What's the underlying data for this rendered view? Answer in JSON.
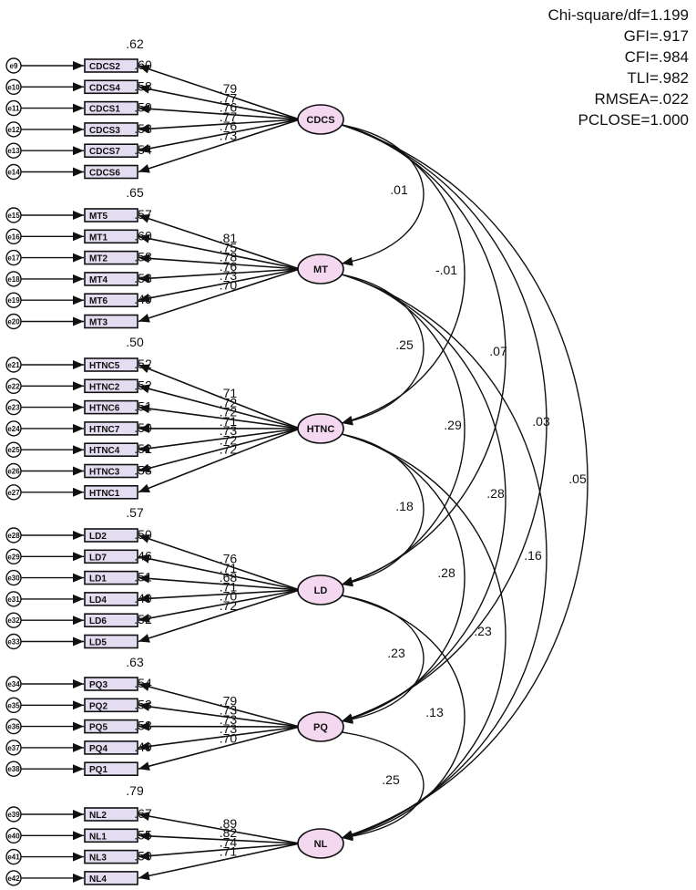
{
  "fit_indices": [
    "Chi-square/df=1.199",
    "GFI=.917",
    "CFI=.984",
    "TLI=.982",
    "RMSEA=.022",
    "PCLOSE=1.000"
  ],
  "colors": {
    "box_fill": "#e4dcf0",
    "latent_fill": "#f4d8f0",
    "stroke": "#111111"
  },
  "constructs": [
    {
      "name": "CDCS",
      "r2_top": ".62",
      "indicators": [
        {
          "name": "CDCS2",
          "error": "e9",
          "r2": ".60",
          "loading": ".79"
        },
        {
          "name": "CDCS4",
          "error": "e10",
          "r2": ".58",
          "loading": ".77"
        },
        {
          "name": "CDCS1",
          "error": "e11",
          "r2": ".59",
          "loading": ".76"
        },
        {
          "name": "CDCS3",
          "error": "e12",
          "r2": ".58",
          "loading": ".77"
        },
        {
          "name": "CDCS7",
          "error": "e13",
          "r2": ".54",
          "loading": ".76"
        },
        {
          "name": "CDCS6",
          "error": "e14",
          "r2": "",
          "loading": ".73"
        }
      ]
    },
    {
      "name": "MT",
      "r2_top": ".65",
      "indicators": [
        {
          "name": "MT5",
          "error": "e15",
          "r2": ".57",
          "loading": ".81"
        },
        {
          "name": "MT1",
          "error": "e16",
          "r2": ".60",
          "loading": ".75"
        },
        {
          "name": "MT2",
          "error": "e17",
          "r2": ".58",
          "loading": ".78"
        },
        {
          "name": "MT4",
          "error": "e18",
          "r2": ".53",
          "loading": ".76"
        },
        {
          "name": "MT6",
          "error": "e19",
          "r2": ".49",
          "loading": ".73"
        },
        {
          "name": "MT3",
          "error": "e20",
          "r2": "",
          "loading": ".70"
        }
      ]
    },
    {
      "name": "HTNC",
      "r2_top": ".50",
      "indicators": [
        {
          "name": "HTNC5",
          "error": "e21",
          "r2": ".52",
          "loading": ".71"
        },
        {
          "name": "HTNC2",
          "error": "e22",
          "r2": ".52",
          "loading": ".72"
        },
        {
          "name": "HTNC6",
          "error": "e23",
          "r2": ".51",
          "loading": ".72"
        },
        {
          "name": "HTNC7",
          "error": "e24",
          "r2": ".50",
          "loading": ".71"
        },
        {
          "name": "HTNC4",
          "error": "e25",
          "r2": ".52",
          "loading": ".73"
        },
        {
          "name": "HTNC3",
          "error": "e26",
          "r2": ".53",
          "loading": ".72"
        },
        {
          "name": "HTNC1",
          "error": "e27",
          "r2": "",
          "loading": ".72"
        }
      ]
    },
    {
      "name": "LD",
      "r2_top": ".57",
      "indicators": [
        {
          "name": "LD2",
          "error": "e28",
          "r2": ".50",
          "loading": ".76"
        },
        {
          "name": "LD7",
          "error": "e29",
          "r2": ".46",
          "loading": ".71"
        },
        {
          "name": "LD1",
          "error": "e30",
          "r2": ".51",
          "loading": ".68"
        },
        {
          "name": "LD4",
          "error": "e31",
          "r2": ".49",
          "loading": ".71"
        },
        {
          "name": "LD6",
          "error": "e32",
          "r2": ".52",
          "loading": ".70"
        },
        {
          "name": "LD5",
          "error": "e33",
          "r2": "",
          "loading": ".72"
        }
      ]
    },
    {
      "name": "PQ",
      "r2_top": ".63",
      "indicators": [
        {
          "name": "PQ3",
          "error": "e34",
          "r2": ".54",
          "loading": ".79"
        },
        {
          "name": "PQ2",
          "error": "e35",
          "r2": ".53",
          "loading": ".73"
        },
        {
          "name": "PQ5",
          "error": "e36",
          "r2": ".53",
          "loading": ".73"
        },
        {
          "name": "PQ4",
          "error": "e37",
          "r2": ".49",
          "loading": ".73"
        },
        {
          "name": "PQ1",
          "error": "e38",
          "r2": "",
          "loading": ".70"
        }
      ]
    },
    {
      "name": "NL",
      "r2_top": ".79",
      "indicators": [
        {
          "name": "NL2",
          "error": "e39",
          "r2": ".67",
          "loading": ".89"
        },
        {
          "name": "NL1",
          "error": "e40",
          "r2": ".55",
          "loading": ".82"
        },
        {
          "name": "NL3",
          "error": "e41",
          "r2": ".50",
          "loading": ".74"
        },
        {
          "name": "NL4",
          "error": "e42",
          "r2": "",
          "loading": ".71"
        }
      ]
    }
  ],
  "correlations": [
    {
      "from": "CDCS",
      "to": "MT",
      "value": ".01"
    },
    {
      "from": "CDCS",
      "to": "HTNC",
      "value": "-.01"
    },
    {
      "from": "CDCS",
      "to": "LD",
      "value": ".07"
    },
    {
      "from": "CDCS",
      "to": "PQ",
      "value": ".03"
    },
    {
      "from": "CDCS",
      "to": "NL",
      "value": ".05"
    },
    {
      "from": "MT",
      "to": "HTNC",
      "value": ".25"
    },
    {
      "from": "MT",
      "to": "LD",
      "value": ".29"
    },
    {
      "from": "MT",
      "to": "PQ",
      "value": ".28"
    },
    {
      "from": "MT",
      "to": "NL",
      "value": ".16"
    },
    {
      "from": "HTNC",
      "to": "LD",
      "value": ".18"
    },
    {
      "from": "HTNC",
      "to": "PQ",
      "value": ".28"
    },
    {
      "from": "HTNC",
      "to": "NL",
      "value": ".23"
    },
    {
      "from": "LD",
      "to": "PQ",
      "value": ".23"
    },
    {
      "from": "LD",
      "to": "NL",
      "value": ".13"
    },
    {
      "from": "PQ",
      "to": "NL",
      "value": ".25"
    }
  ]
}
